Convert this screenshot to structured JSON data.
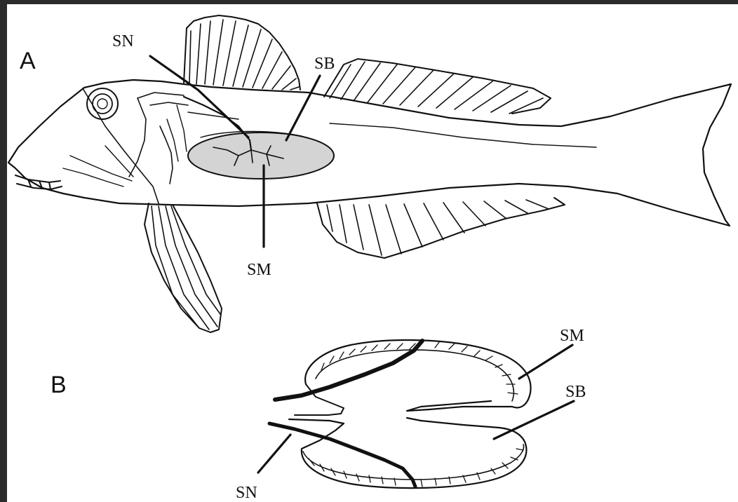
{
  "panels": [
    {
      "letter": "A",
      "labels": {
        "sn": "SN",
        "sb": "SB",
        "sm": "SM"
      }
    },
    {
      "letter": "B",
      "labels": {
        "sm": "SM",
        "sb": "SB",
        "sn": "SN"
      }
    }
  ],
  "colors": {
    "background": "#ffffff",
    "ink": "#111111",
    "swim_bladder_fill": "#d4d4d4",
    "border": "#2b2b2b"
  }
}
